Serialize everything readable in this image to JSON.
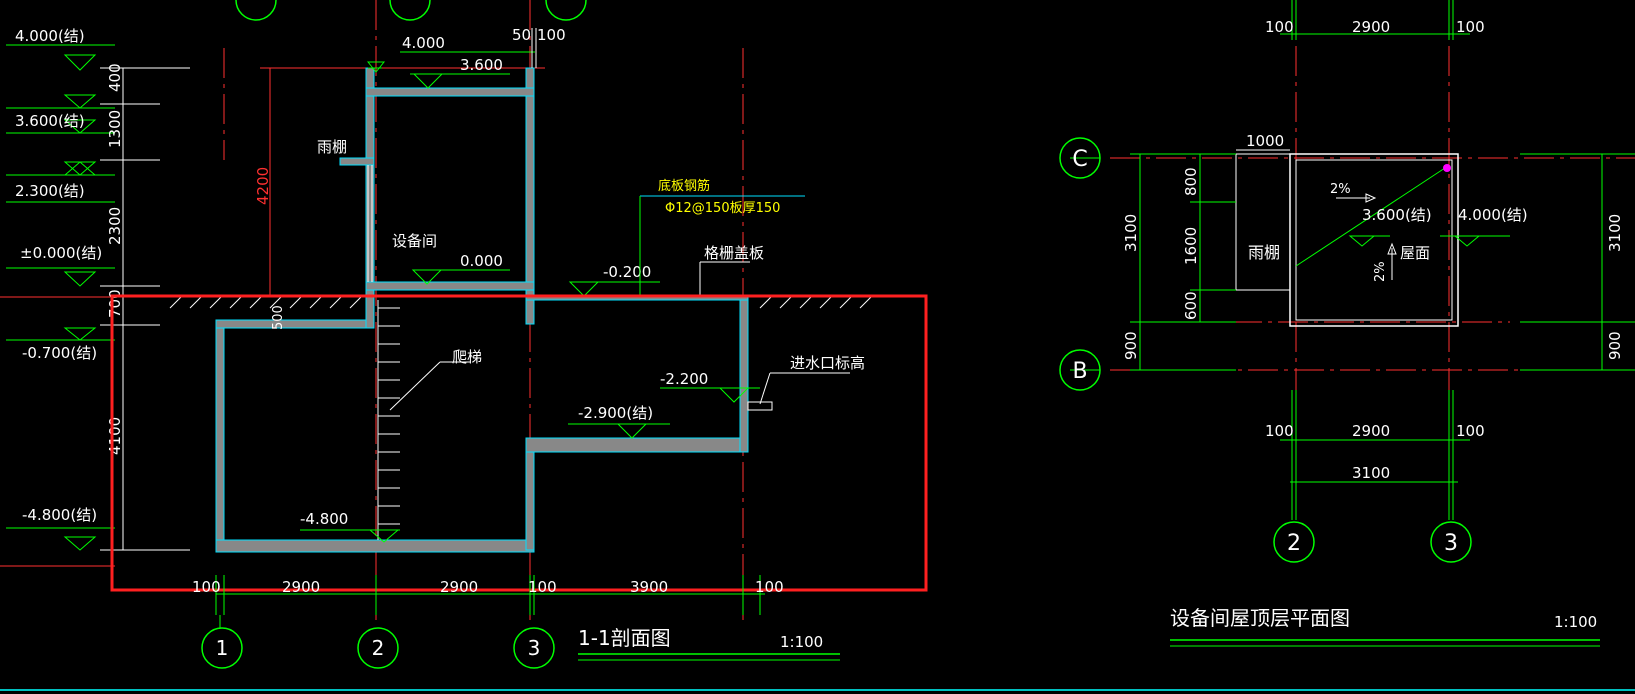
{
  "section": {
    "title": "1-1剖面图",
    "scale": "1:100",
    "axes": [
      "1",
      "2",
      "3"
    ],
    "left_elevations": [
      "4.000(结)",
      "3.600(结)",
      "2.300(结)",
      "±0.000(结)",
      "-0.700(结)",
      "-4.800(结)"
    ],
    "left_dims": [
      "400",
      "1300",
      "2300",
      "700",
      "4100"
    ],
    "top_marks": {
      "elev_400": "4.000",
      "elev_360": "3.600",
      "dim_50": "50",
      "dim_100": "100"
    },
    "height_dim": "4200",
    "inner_elevs": {
      "room_floor": "0.000",
      "cover": "-0.200",
      "water": "-2.200",
      "step": "-2.900(结)",
      "pit_floor": "-4.800"
    },
    "labels": {
      "canopy": "雨棚",
      "room": "设备间",
      "ladder": "爬梯",
      "grating": "格栅盖板",
      "inlet": "进水口标高",
      "slab_rebar": "底板钢筋",
      "slab_spec": "Φ12@150板厚150"
    },
    "small_dim": "500",
    "bottom_dims": [
      "100",
      "2900",
      "2900",
      "100",
      "3900",
      "100"
    ]
  },
  "plan": {
    "title": "设备间屋顶层平面图",
    "scale": "1:100",
    "axes_bottom": [
      "2",
      "3"
    ],
    "axes_left": [
      "C",
      "B"
    ],
    "top_dims": [
      "100",
      "2900",
      "100"
    ],
    "bottom_dims": [
      "100",
      "2900",
      "100"
    ],
    "total_dim": "3100",
    "left_dims": [
      "3100",
      "900"
    ],
    "inner_dims": [
      "800",
      "1600",
      "600"
    ],
    "canopy_width": "1000",
    "right_dims": [
      "3100",
      "900"
    ],
    "labels": {
      "canopy": "雨棚",
      "roof": "屋面",
      "slope": "2%",
      "elev_low": "3.600(结)",
      "elev_high": "4.000(结)"
    }
  }
}
